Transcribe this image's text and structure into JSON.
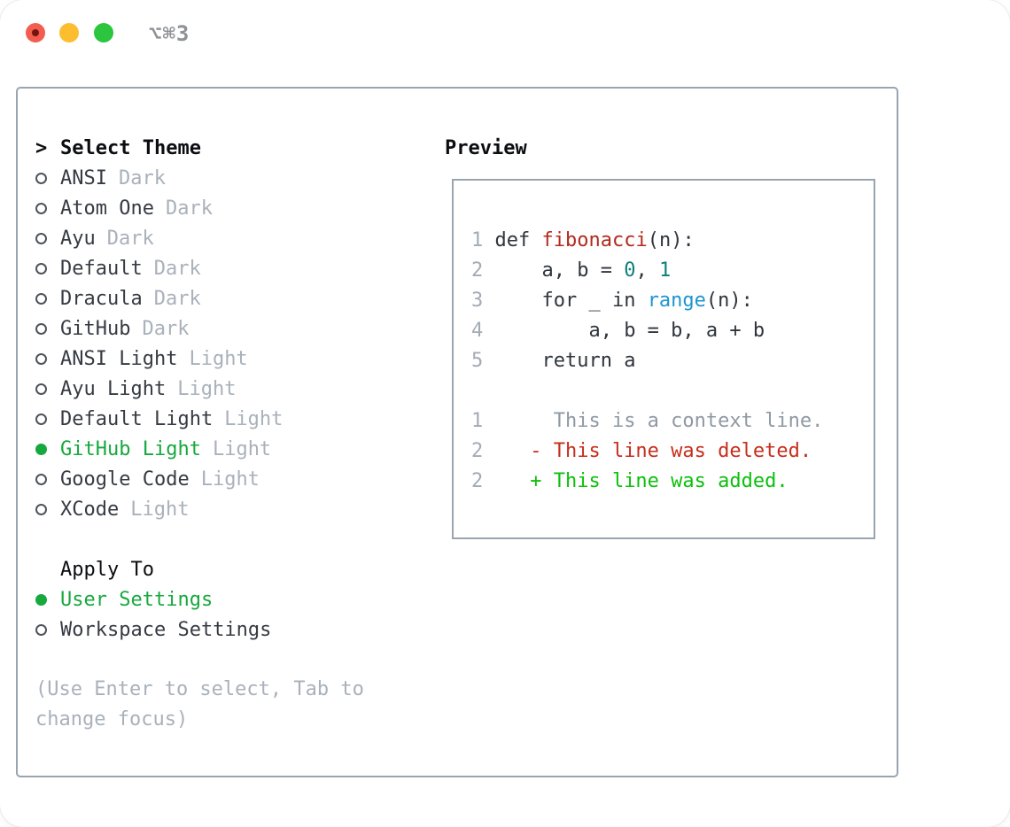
{
  "window": {
    "title": "⌥⌘3",
    "traffic_lights": {
      "close": "close-button",
      "minimize": "minimize-button",
      "zoom": "zoom-button"
    }
  },
  "theme_list": {
    "header_prefix": ">",
    "header": "Select Theme",
    "items": [
      {
        "name": "ANSI",
        "variant": "Dark",
        "selected": false
      },
      {
        "name": "Atom One",
        "variant": "Dark",
        "selected": false
      },
      {
        "name": "Ayu",
        "variant": "Dark",
        "selected": false
      },
      {
        "name": "Default",
        "variant": "Dark",
        "selected": false
      },
      {
        "name": "Dracula",
        "variant": "Dark",
        "selected": false
      },
      {
        "name": "GitHub",
        "variant": "Dark",
        "selected": false
      },
      {
        "name": "ANSI Light",
        "variant": "Light",
        "selected": false
      },
      {
        "name": "Ayu Light",
        "variant": "Light",
        "selected": false
      },
      {
        "name": "Default Light",
        "variant": "Light",
        "selected": false
      },
      {
        "name": "GitHub Light",
        "variant": "Light",
        "selected": true
      },
      {
        "name": "Google Code",
        "variant": "Light",
        "selected": false
      },
      {
        "name": "XCode",
        "variant": "Light",
        "selected": false
      }
    ]
  },
  "apply_to": {
    "header": "Apply To",
    "options": [
      {
        "label": "User Settings",
        "selected": true
      },
      {
        "label": "Workspace Settings",
        "selected": false
      }
    ]
  },
  "help_text": "(Use Enter to select, Tab to change focus)",
  "preview": {
    "header": "Preview",
    "code_lines": [
      {
        "num": "1",
        "segments": [
          {
            "t": "def ",
            "c": "plain"
          },
          {
            "t": "fibonacci",
            "c": "func"
          },
          {
            "t": "(n):",
            "c": "plain"
          }
        ]
      },
      {
        "num": "2",
        "segments": [
          {
            "t": "    a, b = ",
            "c": "plain"
          },
          {
            "t": "0",
            "c": "number"
          },
          {
            "t": ", ",
            "c": "plain"
          },
          {
            "t": "1",
            "c": "number"
          }
        ]
      },
      {
        "num": "3",
        "segments": [
          {
            "t": "    for _ in ",
            "c": "plain"
          },
          {
            "t": "range",
            "c": "builtin"
          },
          {
            "t": "(n):",
            "c": "plain"
          }
        ]
      },
      {
        "num": "4",
        "segments": [
          {
            "t": "        a, b = b, a + b",
            "c": "plain"
          }
        ]
      },
      {
        "num": "5",
        "segments": [
          {
            "t": "    return a",
            "c": "plain"
          }
        ]
      }
    ],
    "diff_lines": [
      {
        "num": "1",
        "marker": " ",
        "text": "This is a context line.",
        "kind": "context"
      },
      {
        "num": "2",
        "marker": "-",
        "text": "This line was deleted.",
        "kind": "deleted"
      },
      {
        "num": "2",
        "marker": "+",
        "text": "This line was added.",
        "kind": "added"
      }
    ]
  },
  "colors": {
    "accent_green": "#17a83e",
    "item_text": "#363b43",
    "variant_muted": "#a9b1bb",
    "help_muted": "#a9b1bb",
    "header_text": "#0b0d10",
    "line_number": "#a3abb5",
    "plain": "#2f353c",
    "func": "#b32a1e",
    "number": "#0e7f7b",
    "builtin": "#1d95d1",
    "context": "#8f99a3",
    "deleted": "#c62e1c",
    "added": "#0cc00c",
    "panel_border": "#9aa4af",
    "radio_ring": "#4e545c",
    "title_gray": "#8f9297"
  }
}
